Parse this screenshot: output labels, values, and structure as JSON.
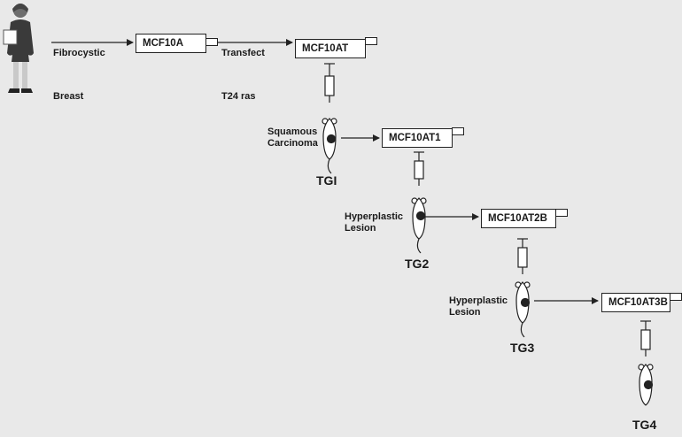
{
  "diagram": {
    "source_label_1": "Fibrocystic",
    "source_label_2": "Breast",
    "transfect_label_1": "Transfect",
    "transfect_label_2": "T24 ras",
    "cell_lines": [
      "MCF10A",
      "MCF10AT",
      "MCF10AT1",
      "MCF10AT2B",
      "MCF10AT3B"
    ],
    "lesions": [
      "Squamous\nCarcinoma",
      "Hyperplastic\nLesion",
      "Hyperplastic\nLesion"
    ],
    "transplants": [
      "TGI",
      "TG2",
      "TG3",
      "TG4"
    ]
  }
}
